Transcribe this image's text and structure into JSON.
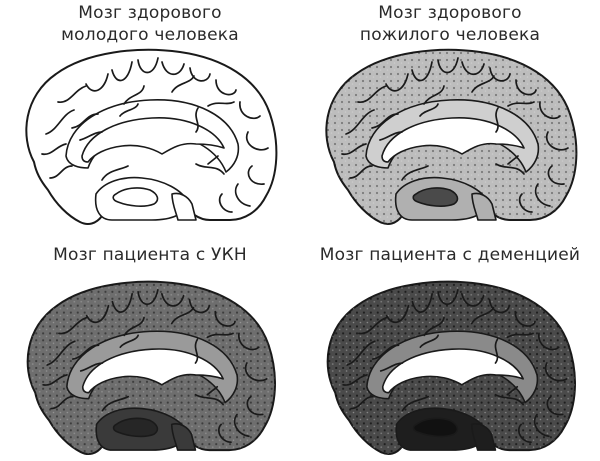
{
  "panels": [
    {
      "id": "young",
      "caption_lines": [
        "Мозг здорового",
        "молодого человека"
      ],
      "fills": {
        "cortex": "#ffffff",
        "limbic": "#ffffff",
        "temporal": "#ffffff",
        "hippocampus": "#ffffff",
        "texture_opacity": 0
      }
    },
    {
      "id": "elderly",
      "caption_lines": [
        "Мозг здорового",
        "пожилого человека"
      ],
      "fills": {
        "cortex": "#bdbdbd",
        "limbic": "#cfcfcf",
        "temporal": "#b0b0b0",
        "hippocampus": "#4a4a4a",
        "texture_opacity": 0.35
      }
    },
    {
      "id": "mci",
      "caption_lines": [
        "Мозг пациента с УКН"
      ],
      "fills": {
        "cortex": "#6e6e6e",
        "limbic": "#9a9a9a",
        "temporal": "#3a3a3a",
        "hippocampus": "#262626",
        "texture_opacity": 0.45
      }
    },
    {
      "id": "dementia",
      "caption_lines": [
        "Мозг пациента с деменцией"
      ],
      "fills": {
        "cortex": "#4a4a4a",
        "limbic": "#8a8a8a",
        "temporal": "#1e1e1e",
        "hippocampus": "#111111",
        "texture_opacity": 0.6
      }
    }
  ],
  "colors": {
    "outline": "#1a1a1a",
    "ventricle": "#ffffff"
  }
}
